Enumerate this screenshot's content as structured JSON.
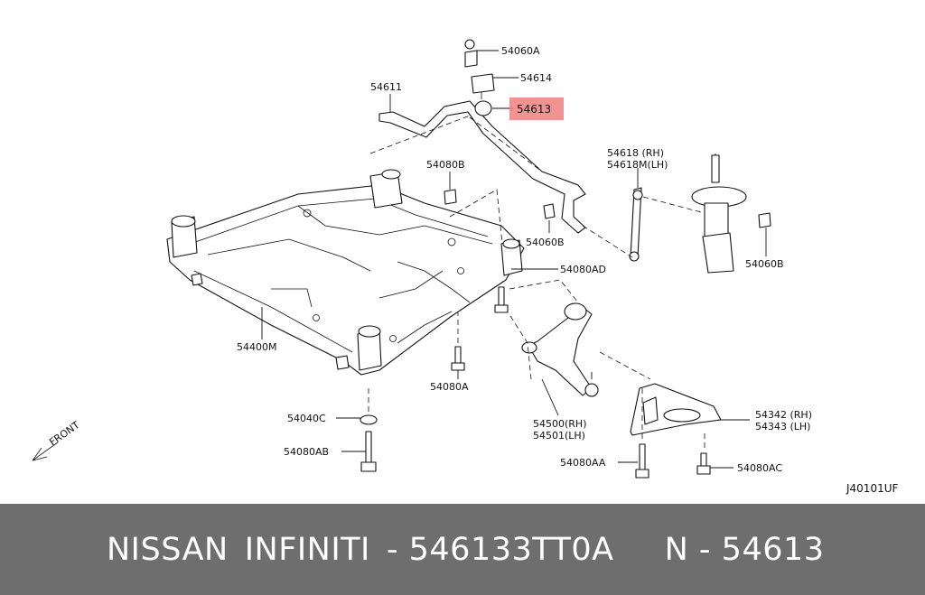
{
  "diagram_code": "J40101UF",
  "direction_label": "FRONT",
  "parts": [
    {
      "id": "p54060A_top",
      "label": "54060A"
    },
    {
      "id": "p54614",
      "label": "54614"
    },
    {
      "id": "p54611",
      "label": "54611"
    },
    {
      "id": "p54613",
      "label": "54613"
    },
    {
      "id": "p54080B",
      "label": "54080B"
    },
    {
      "id": "p54618",
      "label": "54618 (RH)\n54618M(LH)"
    },
    {
      "id": "p54060B_mid",
      "label": "54060B"
    },
    {
      "id": "p54060B_right",
      "label": "54060B"
    },
    {
      "id": "p54080AD",
      "label": "54080AD"
    },
    {
      "id": "p54400M",
      "label": "54400M"
    },
    {
      "id": "p54080A",
      "label": "54080A"
    },
    {
      "id": "p54040C",
      "label": "54040C"
    },
    {
      "id": "p54500",
      "label": "54500(RH)\n54501(LH)"
    },
    {
      "id": "p54342",
      "label": "54342 (RH)\n54343 (LH)"
    },
    {
      "id": "p54080AB",
      "label": "54080AB"
    },
    {
      "id": "p54080AA",
      "label": "54080AA"
    },
    {
      "id": "p54080AC",
      "label": "54080AC"
    }
  ],
  "highlight": {
    "label": "54613",
    "color": "#f08080"
  },
  "footer": {
    "brand1": "NISSAN",
    "brand2": "INFINITI",
    "part_number": "- 546133TT0A",
    "reference": "N - 54613",
    "background": "#6e6e6e"
  }
}
